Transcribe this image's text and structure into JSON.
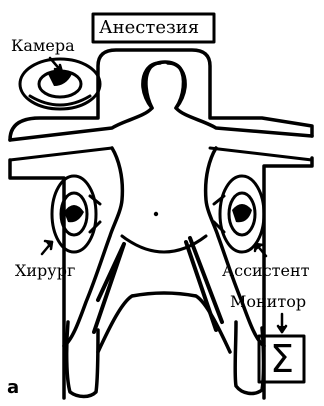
{
  "labels": {
    "anesthesia": "Анестезия",
    "camera": "Камера",
    "surgeon": "Хирург",
    "assistant": "Ассистент",
    "monitor": "Монитор",
    "panel": "a"
  },
  "monitor_symbol": "Σ",
  "colors": {
    "ink": "#000000",
    "background": "#ffffff"
  }
}
